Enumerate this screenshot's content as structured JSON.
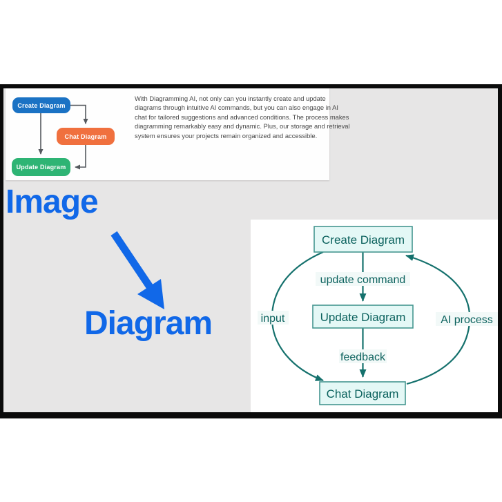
{
  "overlay": {
    "image_label": "Image",
    "diagram_label": "Diagram",
    "arrow_color": "#1168e8"
  },
  "feature_card": {
    "flowchart_nodes": [
      {
        "label": "Create Diagram",
        "color": "#1a72c4"
      },
      {
        "label": "Chat Diagram",
        "color": "#f0703e"
      },
      {
        "label": "Update Diagram",
        "color": "#2eb474"
      }
    ],
    "description_lines": [
      "With Diagramming AI, not only can you instantly create and update",
      "diagrams through intuitive AI commands, but you can also engage in AI",
      "chat for tailored suggestions and advanced conditions. The process makes",
      "diagramming remarkably easy and dynamic. Plus, our storage and retrieval",
      "system ensures your projects remain organized and accessible."
    ]
  },
  "diagram_panel": {
    "nodes": [
      {
        "label": "Create Diagram"
      },
      {
        "label": "Update Diagram"
      },
      {
        "label": "Chat Diagram"
      }
    ],
    "edge_labels": {
      "top": "update command",
      "bottom": "feedback",
      "left": "input",
      "right": "AI process"
    },
    "colors": {
      "stroke": "#15716d",
      "node_fill": "#e4f8f6",
      "node_border": "#459690",
      "text": "#0c625e"
    }
  }
}
